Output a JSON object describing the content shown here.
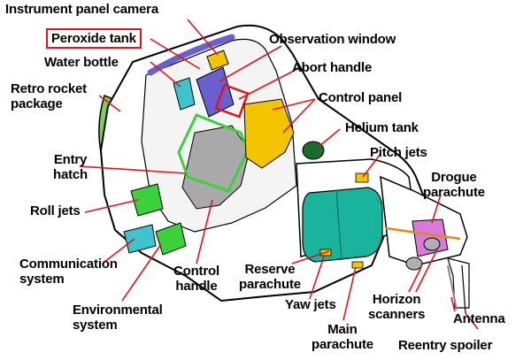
{
  "labels": {
    "instrument_panel_camera": "Instrument panel camera",
    "peroxide_tank": "Peroxide tank",
    "water_bottle": "Water bottle",
    "retro_rocket_package": [
      "Retro rocket",
      "package"
    ],
    "entry_hatch": [
      "Entry",
      "hatch"
    ],
    "roll_jets": "Roll jets",
    "communication_system": [
      "Communication",
      "system"
    ],
    "environmental_system": [
      "Environmental",
      "system"
    ],
    "control_handle": [
      "Control",
      "handle"
    ],
    "observation_window": "Observation window",
    "abort_handle": "Abort handle",
    "control_panel": "Control panel",
    "helium_tank": "Helium tank",
    "pitch_jets": "Pitch jets",
    "drogue_parachute": [
      "Drogue",
      "parachute"
    ],
    "reserve_parachute": [
      "Reserve",
      "parachute"
    ],
    "yaw_jets": "Yaw jets",
    "main_parachute": [
      "Main",
      "parachute"
    ],
    "horizon_scanners": [
      "Horizon",
      "scanners"
    ],
    "antenna": "Antenna",
    "reentry_spoiler": "Reentry spoiler"
  },
  "colors": {
    "highlight_red": "#e0141e",
    "heat_shield_green": "#7ccf5a",
    "parachute_teal": "#19b39e",
    "control_yellow": "#f5c400",
    "drogue_magenta": "#d77ad9",
    "hatch_green": "#3bd13b",
    "window_purple": "#6a5fcf",
    "helium_dark_green": "#1c6b2a",
    "cyan_device": "#3fc4cf",
    "antenna_gray": "#8a8a8a"
  }
}
